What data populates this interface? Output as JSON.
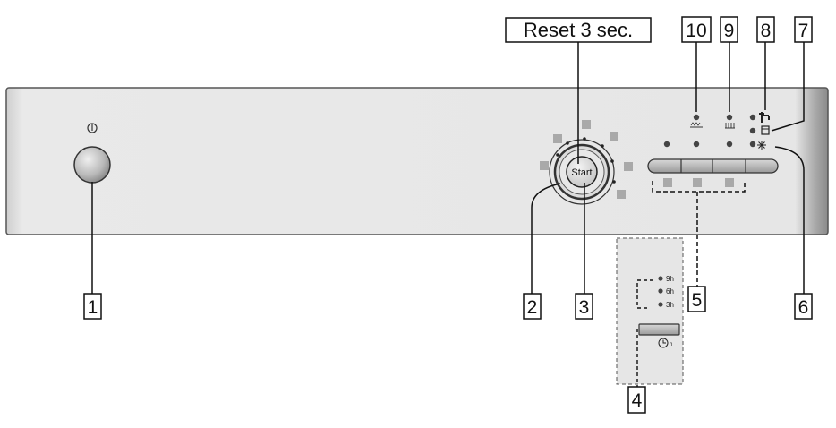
{
  "reset_label": "Reset 3 sec.",
  "start_label": "Start",
  "callouts": [
    "1",
    "2",
    "3",
    "4",
    "5",
    "6",
    "7",
    "8",
    "9",
    "10"
  ],
  "delay_hours": [
    "9h",
    "6h",
    "3h"
  ],
  "delay_unit": "h",
  "colors": {
    "panel": "#e6e6e6",
    "panel_edge": "#555555",
    "indicator": "#a9a9a9",
    "led": "#444444"
  },
  "icons": [
    "power-icon",
    "rinse-aid-icon",
    "salt-icon",
    "water-tap-icon",
    "intensive-zone-icon",
    "clean-sparkle-icon",
    "clock-icon"
  ]
}
